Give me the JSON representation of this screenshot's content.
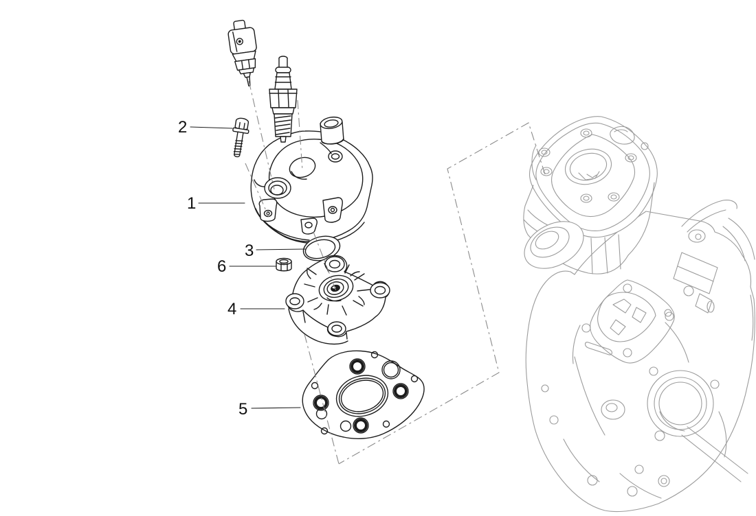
{
  "figure": {
    "kind": "exploded-parts-diagram",
    "subject": "engine cylinder head assembly",
    "background": "#ffffff"
  },
  "colors": {
    "part_line": "#1c1c1c",
    "assembly_line": "#9b9b9b",
    "construction_line": "#8a8a8a",
    "callout_text": "#111111"
  },
  "callouts": [
    {
      "number": "1",
      "target": "cylinder-head-cover"
    },
    {
      "number": "2",
      "target": "flanged-hex-bolt"
    },
    {
      "number": "3",
      "target": "o-ring"
    },
    {
      "number": "4",
      "target": "cylinder-head"
    },
    {
      "number": "5",
      "target": "head-gasket"
    },
    {
      "number": "6",
      "target": "hex-nut"
    }
  ],
  "unlabeled_parts": [
    "temperature-sensor",
    "spark-plug"
  ],
  "reference_assembly_parts": [
    "cylinder",
    "crankcase"
  ]
}
